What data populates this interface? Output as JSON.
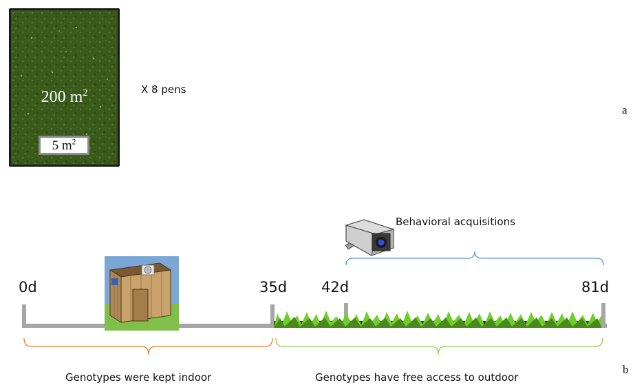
{
  "panel_a": {
    "pen_area": "200 m",
    "pen_area_exp": "2",
    "sub_area": "5 m",
    "sub_area_exp": "2",
    "multiplier": "X 8 pens",
    "label": "a"
  },
  "panel_b": {
    "label": "b",
    "days": [
      "0d",
      "35d",
      "42d",
      "81d"
    ],
    "behavior_label": "Behavioral acquisitions",
    "indoor_caption": "Genotypes were kept indoor",
    "outdoor_caption": "Genotypes have free access to outdoor"
  },
  "colors": {
    "grass_dark": "#2e4a12",
    "grass_light": "#6fcf2a",
    "timeline": "#a6a6a6",
    "brace_indoor": "#ed7d31",
    "brace_outdoor": "#92d050",
    "brace_behavior": "#5b9bd5"
  },
  "icons": [
    "camera-icon",
    "shed-icon",
    "grass-strip"
  ]
}
